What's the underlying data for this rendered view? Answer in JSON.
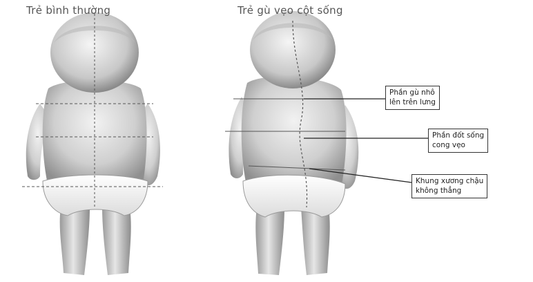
{
  "titles": {
    "normal": "Trẻ bình thường",
    "scoliosis": "Trẻ gù vẹo cột sống"
  },
  "callouts": [
    {
      "line1": "Phần gù nhô",
      "line2": "lên trên lưng"
    },
    {
      "line1": "Phần đốt sống",
      "line2": "cong vẹo"
    },
    {
      "line1": "Khung xương chậu",
      "line2": "không thẳng"
    }
  ]
}
